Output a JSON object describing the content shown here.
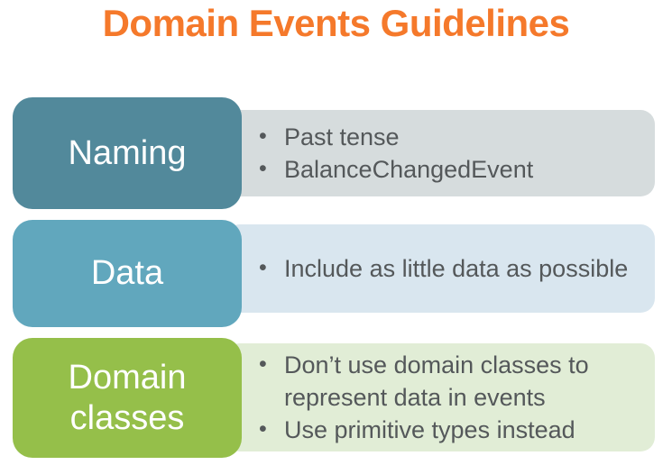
{
  "title": {
    "text": "Domain Events Guidelines",
    "color": "#f5792b"
  },
  "rows": [
    {
      "label": "Naming",
      "label_color": "#52899b",
      "panel_color": "#d6dcdd",
      "bullets": [
        "Past tense",
        "BalanceChangedEvent"
      ]
    },
    {
      "label": "Data",
      "label_color": "#61a7bd",
      "panel_color": "#d9e6ef",
      "bullets": [
        "Include as little data as possible"
      ]
    },
    {
      "label": "Domain classes",
      "label_color": "#95bf4a",
      "panel_color": "#e1edd6",
      "bullets": [
        "Don’t use domain classes to represent data in events",
        "Use primitive types instead"
      ]
    }
  ],
  "bullet_text_color": "#54585a"
}
